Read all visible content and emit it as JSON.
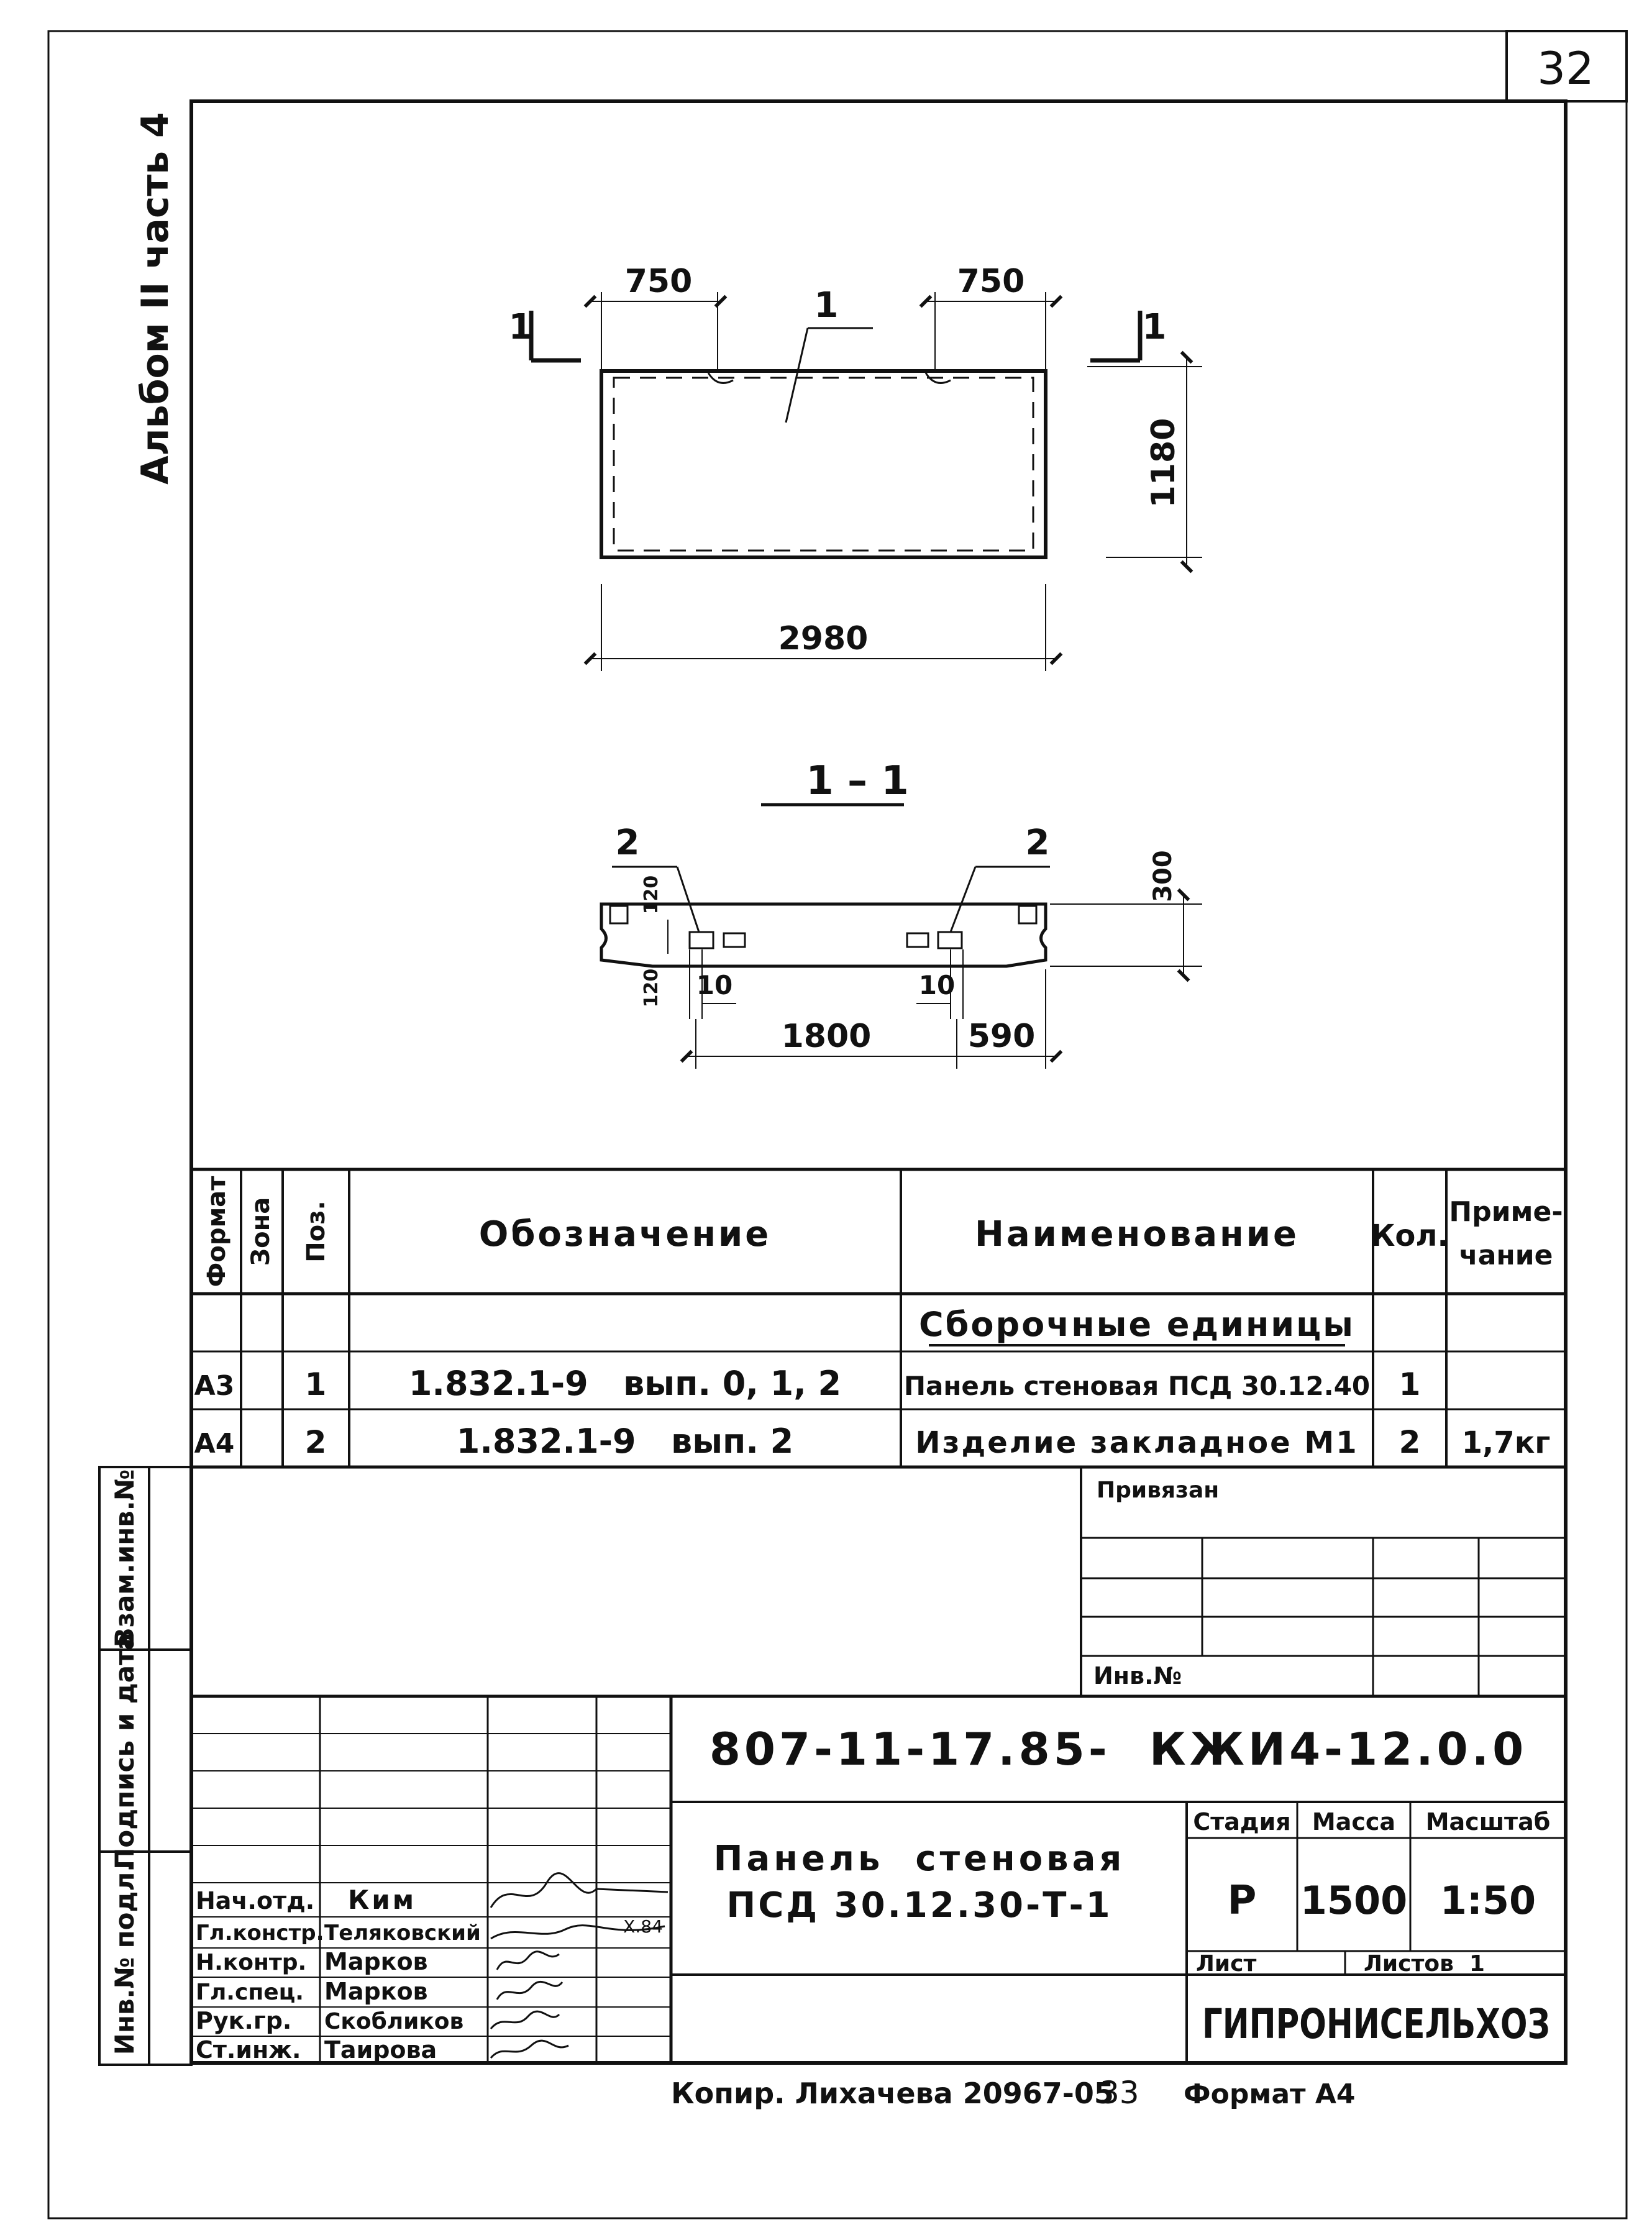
{
  "sheet_number": "32",
  "album_label": "Альбом II часть 4",
  "drawing": {
    "plan_dims": {
      "left_offset": "750",
      "right_offset": "750",
      "height": "1180",
      "length": "2980"
    },
    "section_markers": {
      "left": "1",
      "right": "1"
    },
    "position_callout": "1",
    "section_title": "1 – 1",
    "section_positions": {
      "left": "2",
      "right": "2"
    },
    "section_dims": {
      "height": "300",
      "top_edge": "120",
      "bottom_edge": "120",
      "left_gap": "10",
      "right_gap": "10",
      "center_span": "1800",
      "right_span": "590"
    }
  },
  "spec_table": {
    "headers": {
      "format": "Формат",
      "zone": "Зона",
      "pos": "Поз.",
      "designation": "Обозначение",
      "name": "Наименование",
      "qty": "Кол.",
      "note_line1": "Приме-",
      "note_line2": "чание"
    },
    "section_heading": "Сборочные единицы",
    "rows": [
      {
        "format": "А3",
        "pos": "1",
        "designation": "1.832.1-9   вып. 0, 1, 2",
        "name": "Панель стеновая ПСД 30.12.40",
        "qty": "1",
        "note": ""
      },
      {
        "format": "А4",
        "pos": "2",
        "designation": "1.832.1-9   вып. 2",
        "name": "Изделие закладное М1",
        "qty": "2",
        "note": "1,7кг"
      }
    ]
  },
  "binding_block": {
    "privyazan": "Привязан",
    "inv_no": "Инв.№"
  },
  "side_stamps": {
    "vzam_inv": "Взам.инв.№",
    "signature_date": "Подпись и дата",
    "inv_podl": "Инв.№ подл."
  },
  "title_block": {
    "document_code": "807-11-17.85-  КЖИ4-12.0.0",
    "title_line1": "Панель  стеновая",
    "title_line2": "ПСД 30.12.30-Т-1",
    "stage_label": "Стадия",
    "mass_label": "Масса",
    "scale_label": "Масштаб",
    "stage_value": "Р",
    "mass_value": "1500",
    "scale_value": "1:50",
    "sheet_label": "Лист",
    "sheets_label": "Листов  1",
    "organization": "ГИПРОНИСЕЛЬХОЗ",
    "staff": [
      {
        "role": "Нач.отд.",
        "name": "Ким"
      },
      {
        "role": "Гл.констр.",
        "name": "Теляковский"
      },
      {
        "role": "Н.контр.",
        "name": "Марков"
      },
      {
        "role": "Гл.спец.",
        "name": "Марков"
      },
      {
        "role": "Рук.гр.",
        "name": "Скобликов"
      },
      {
        "role": "Ст.инж.",
        "name": "Таирова"
      }
    ],
    "signature_date_note": "Х.84"
  },
  "footer": {
    "copied_by": "Копир. Лихачева 20967-05",
    "page": "33",
    "format": "Формат А4"
  }
}
